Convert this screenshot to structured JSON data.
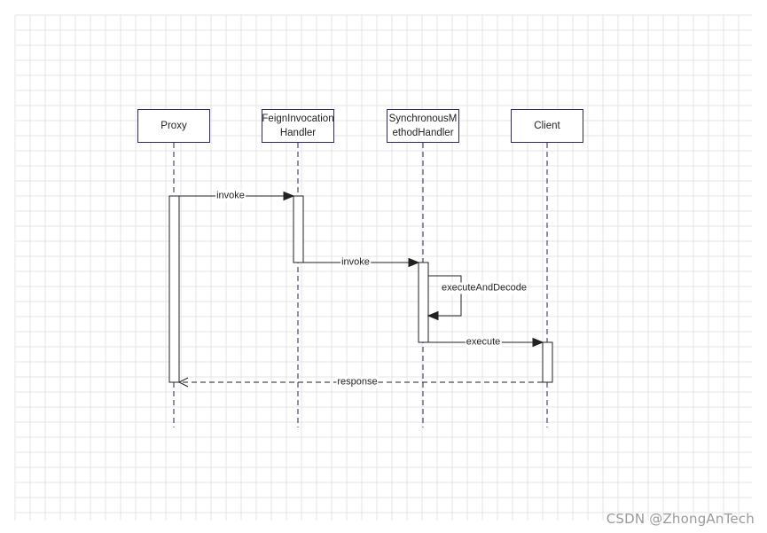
{
  "participants": [
    {
      "id": "proxy",
      "label": "Proxy"
    },
    {
      "id": "feign",
      "label": "FeignInvocation\nHandler"
    },
    {
      "id": "sync",
      "label": "SynchronousM\nethodHandler"
    },
    {
      "id": "client",
      "label": "Client"
    }
  ],
  "messages": [
    {
      "id": "m1",
      "label": "invoke",
      "from": "proxy",
      "to": "feign",
      "kind": "sync"
    },
    {
      "id": "m2",
      "label": "invoke",
      "from": "feign",
      "to": "sync",
      "kind": "sync"
    },
    {
      "id": "m3",
      "label": "executeAndDecode",
      "from": "sync",
      "to": "sync",
      "kind": "self"
    },
    {
      "id": "m4",
      "label": "execute",
      "from": "sync",
      "to": "client",
      "kind": "sync"
    },
    {
      "id": "m5",
      "label": "response",
      "from": "client",
      "to": "proxy",
      "kind": "return"
    }
  ],
  "watermark": "CSDN @ZhongAnTech",
  "colors": {
    "grid": "#e4e4e4",
    "participant_border": "#2a2a6a",
    "line": "#222222",
    "lifeline": "#4a4a7a",
    "watermark": "#9a9a9a"
  }
}
